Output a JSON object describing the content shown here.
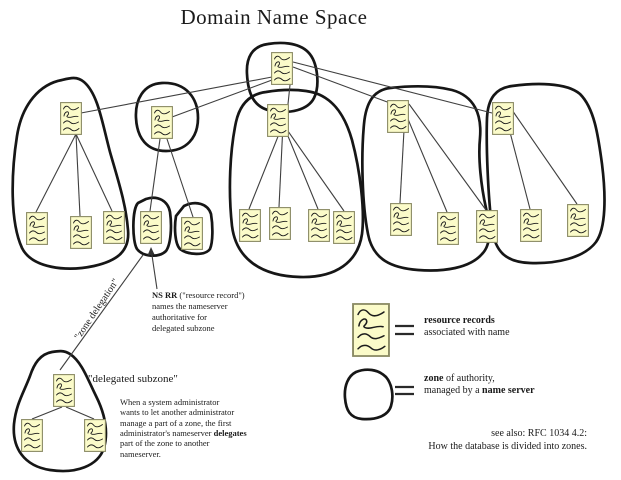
{
  "title": "Domain Name Space",
  "labels": {
    "zone_delegation": "\"zone delegation\"",
    "delegated_subzone": "\"delegated subzone\""
  },
  "annotations": {
    "ns_rr": {
      "line1_bold": "NS RR",
      "line1_rest": " (\"resource record\")",
      "line2": "names the nameserver",
      "line3": "authoritative for",
      "line4": "delegated subzone"
    },
    "delegation_note": {
      "line1": "When a system administrator",
      "line2": "wants to let another administrator",
      "line3": "manage a part of a zone, the first",
      "line4_pre": "administrator's nameserver ",
      "line4_bold": "delegates",
      "line5": "part of the zone to another",
      "line6": "nameserver."
    },
    "see_also": {
      "line1": "see also: RFC 1034 4.2:",
      "line2": "How the database is divided into zones."
    }
  },
  "legend": {
    "resource_records": {
      "term_bold": "resource records",
      "line2": "associated with name"
    },
    "zone": {
      "term_bold": "zone",
      "line1_rest": " of authority,",
      "line2_pre": "managed by a ",
      "line2_bold": "name server"
    }
  },
  "diagram": {
    "description": "DNS name space tree divided into zones of authority; root zone delegates to subzones",
    "zones": [
      {
        "id": "root-zone",
        "nodes": 1
      },
      {
        "id": "left-zone",
        "nodes": 4
      },
      {
        "id": "middle-small-zone",
        "nodes": 1
      },
      {
        "id": "delegated-subzone-a",
        "nodes": 1
      },
      {
        "id": "delegated-subzone-b",
        "nodes": 1
      },
      {
        "id": "middle-large-zone",
        "nodes": 5
      },
      {
        "id": "right-middle-zone",
        "nodes": 4
      },
      {
        "id": "rightmost-zone",
        "nodes": 3
      },
      {
        "id": "bottom-left-delegated-subzone",
        "nodes": 3
      }
    ]
  },
  "colors": {
    "node_fill": "#fbfbc9",
    "node_border": "#8b8b64",
    "zone_outline": "#161616",
    "edge_line": "#3f3f3f",
    "text": "#1a1a1a",
    "background": "#ffffff"
  }
}
